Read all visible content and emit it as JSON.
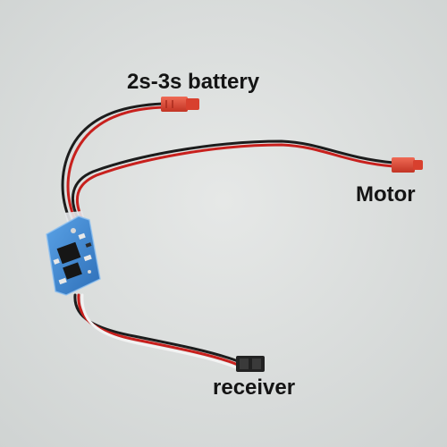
{
  "labels": {
    "battery": "2s-3s battery",
    "motor": "Motor",
    "receiver": "receiver"
  },
  "colors": {
    "background": "#d9dcdb",
    "wire_red": "#c8201d",
    "wire_black": "#1c1c1c",
    "wire_white": "#f2f2f2",
    "connector_red": "#d8402e",
    "connector_black": "#222222",
    "board_blue": "#3d84d0"
  }
}
